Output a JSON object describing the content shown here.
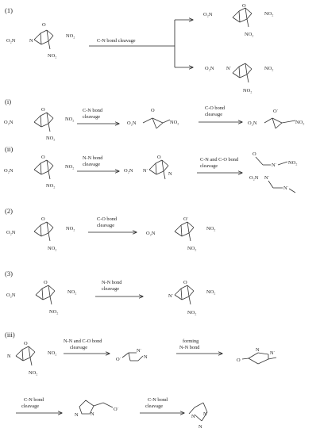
{
  "sections": {
    "s1": {
      "label": "(1)",
      "caption": "C-N bond cleavage"
    },
    "si": {
      "label": "(i)",
      "step1": [
        "C-N bond",
        "cleavage"
      ],
      "step2": [
        "C-O bond",
        "cleavage"
      ]
    },
    "sii": {
      "label": "(ii)",
      "step1": [
        "N-N bond",
        "cleavage"
      ],
      "step2": [
        "C-N and C-O bond",
        "cleavage"
      ]
    },
    "s2": {
      "label": "(2)",
      "step1": [
        "C-O bond",
        "cleavage"
      ]
    },
    "s3": {
      "label": "(3)",
      "step1": [
        "N-N bond",
        "cleavage"
      ]
    },
    "siii": {
      "label": "(iii)",
      "step1": [
        "N-N and C-O bond",
        "cleavage"
      ],
      "step2": [
        "forming",
        "N-N  bond"
      ],
      "step3": [
        "C-N bond",
        "cleavage"
      ],
      "step4": [
        "C-N bond",
        "cleavage"
      ]
    }
  },
  "atoms": {
    "O": "O",
    "N": "N",
    "NO2": "NO₂",
    "O2N": "O₂N",
    "Ndot": "N˙",
    "Odot": "O˙"
  }
}
